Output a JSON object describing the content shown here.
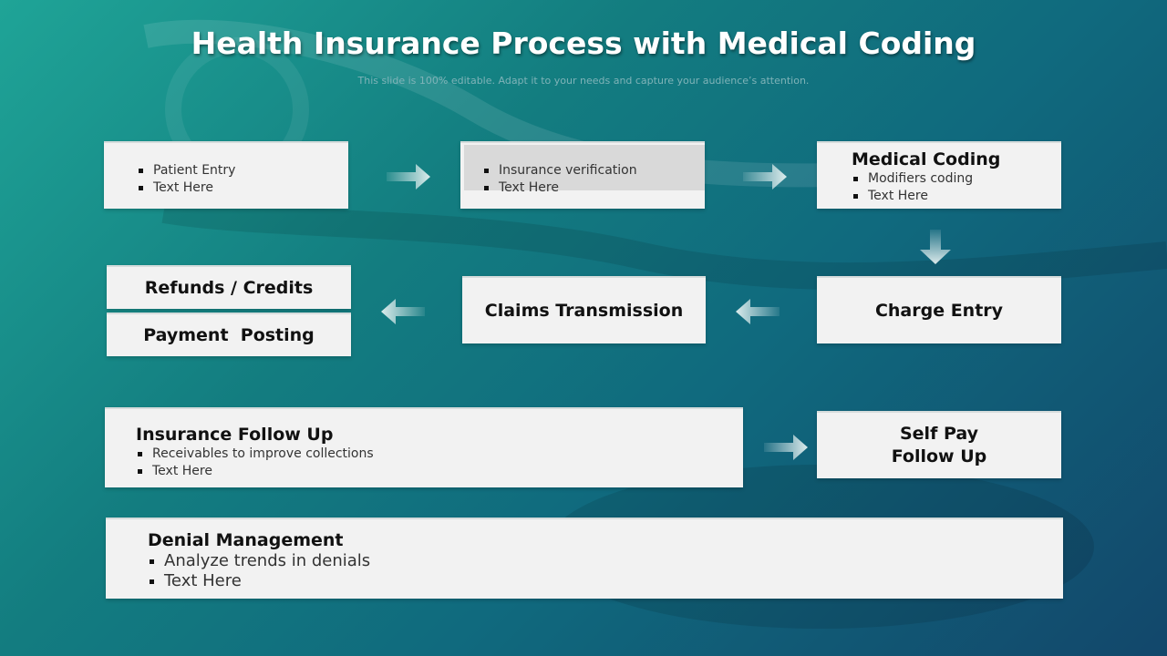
{
  "title": "Health Insurance Process with Medical Coding",
  "subtitle": "This slide is 100% editable. Adapt it to your needs and capture your audience’s attention.",
  "boxes": {
    "patient_entry": {
      "items": [
        "Patient Entry",
        "Text Here"
      ]
    },
    "insurance_verification": {
      "items": [
        "Insurance verification",
        "Text Here"
      ]
    },
    "medical_coding": {
      "heading": "Medical Coding",
      "items": [
        "Modifiers coding",
        "Text Here"
      ]
    },
    "charge_entry": {
      "heading": "Charge Entry"
    },
    "claims_transmission": {
      "heading": "Claims Transmission"
    },
    "refunds_credits": {
      "heading": "Refunds / Credits"
    },
    "payment_posting": {
      "heading": "Payment  Posting"
    },
    "insurance_follow_up": {
      "heading": "Insurance Follow Up",
      "items": [
        "Receivables to improve collections",
        "Text Here"
      ]
    },
    "self_pay_follow_up": {
      "heading_line1": "Self Pay",
      "heading_line2": "Follow Up"
    },
    "denial_management": {
      "heading": "Denial Management",
      "items": [
        "Analyze trends in denials",
        "Text Here"
      ]
    }
  },
  "colors": {
    "box_fill": "#f2f2f2",
    "highlight_fill": "#d9d9d9",
    "arrow": "#e6f2f2",
    "bg_start": "#1fa497",
    "bg_end": "#12476b"
  },
  "arrows": [
    "arrow-right-icon",
    "arrow-right-icon",
    "arrow-down-icon",
    "arrow-left-icon",
    "arrow-left-icon",
    "arrow-right-icon"
  ]
}
